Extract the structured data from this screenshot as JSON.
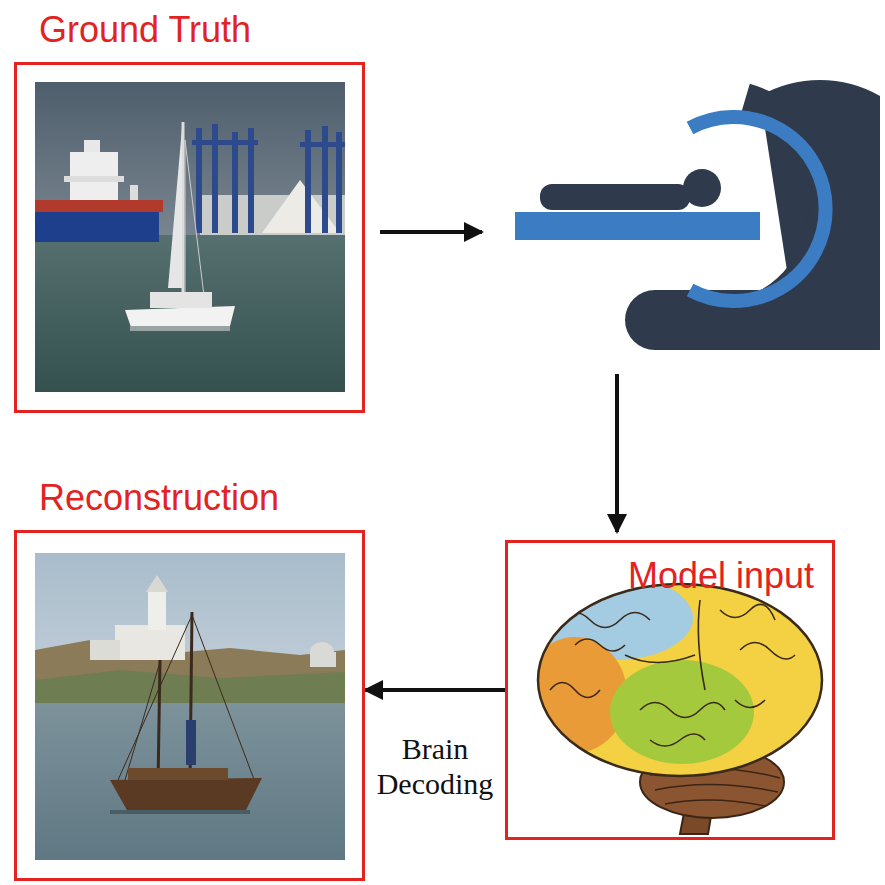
{
  "diagram": {
    "nodes": [
      {
        "text": [
          "Ground Truth"
        ]
      },
      {
        "text": [
          "Reconstruction"
        ]
      },
      {
        "text": [
          "Model input"
        ]
      }
    ],
    "edges": [
      {
        "from": 2,
        "to": 1,
        "arrow": "to",
        "label": "Brain Decoding"
      }
    ]
  }
}
